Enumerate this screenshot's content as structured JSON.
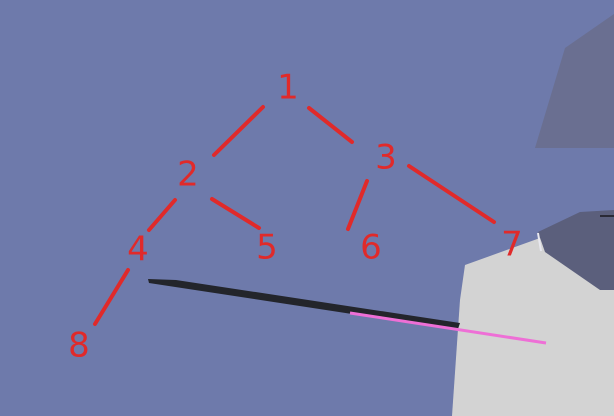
{
  "scene": {
    "background_color": "#6e7aab",
    "annotation_color": "#e02a2a",
    "tree": {
      "nodes": [
        {
          "id": "n1",
          "label": "1"
        },
        {
          "id": "n2",
          "label": "2"
        },
        {
          "id": "n3",
          "label": "3"
        },
        {
          "id": "n4",
          "label": "4"
        },
        {
          "id": "n5",
          "label": "5"
        },
        {
          "id": "n6",
          "label": "6"
        },
        {
          "id": "n7",
          "label": "7"
        },
        {
          "id": "n8",
          "label": "8"
        }
      ],
      "edges": [
        [
          "1",
          "2"
        ],
        [
          "1",
          "3"
        ],
        [
          "2",
          "4"
        ],
        [
          "2",
          "5"
        ],
        [
          "3",
          "6"
        ],
        [
          "3",
          "7"
        ],
        [
          "4",
          "8"
        ]
      ]
    },
    "objects": {
      "floor_color": "#d3d3d3",
      "box_top_color": "#6a6f91",
      "box_side_color": "#5b5f7c",
      "rod_color": "#23252b",
      "rod_highlight_color": "#ee6fd6"
    }
  }
}
